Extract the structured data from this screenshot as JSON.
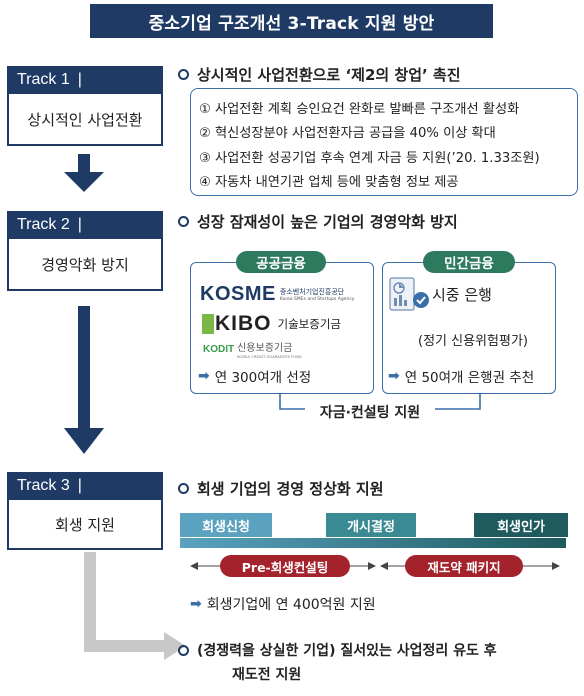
{
  "title": "중소기업 구조개선 3-Track 지원 방안",
  "tracks": [
    {
      "label": "Track 1",
      "name": "상시적인 사업전환"
    },
    {
      "label": "Track 2",
      "name": "경영악화 방지"
    },
    {
      "label": "Track 3",
      "name": "회생 지원"
    }
  ],
  "track1": {
    "heading": "상시적인 사업전환으로 ‘제2의 창업’ 촉진",
    "items": [
      "① 사업전환 계획 승인요건 완화로 발빠른 구조개선 활성화",
      "② 혁신성장분야 사업전환자금 공급을 40% 이상 확대",
      "③ 사업전환 성공기업 후속 연계 자금 등 지원(’20. 1.33조원)",
      "④ 자동차 내연기관 업체 등에 맞춤형 정보 제공"
    ]
  },
  "track2": {
    "heading": "성장 잠재성이 높은 기업의 경영악화 방지",
    "public": {
      "pill": "공공금융",
      "kosme_logo": "KOSME",
      "kosme_name": "중소벤처기업진흥공단",
      "kosme_en": "Korea SMEs and Startups Agency",
      "kibo_logo": "KIBO",
      "kibo_name": "기술보증기금",
      "kodit_logo": "KODIT",
      "kodit_name": "신용보증기금",
      "kodit_en": "KOREA CREDIT GUARANTEE FUND",
      "result": "연 300여개 선정"
    },
    "private": {
      "pill": "민간금융",
      "line1": "시중 은행",
      "line2": "(정기 신용위험평가)",
      "result": "연 50여개 은행권 추천"
    },
    "support": "자금·컨설팅 지원"
  },
  "track3": {
    "heading": "회생 기업의 경영 정상화 지원",
    "stages": [
      "회생신청",
      "개시결정",
      "회생인가"
    ],
    "phase1": "Pre-회생컨설팅",
    "phase2": "재도약 패키지",
    "result": "회생기업에 연 400억원 지원",
    "last_line1": "(경쟁력을 상실한 기업) 질서있는 사업정리 유도 후",
    "last_line2": "재도전 지원"
  },
  "icons": {
    "arrow": "➡"
  },
  "colors": {
    "navy": "#1f3a64",
    "blue": "#3a6fa8",
    "green": "#2e7a5e",
    "red": "#a3222b",
    "gray": "#c8c8c8"
  }
}
